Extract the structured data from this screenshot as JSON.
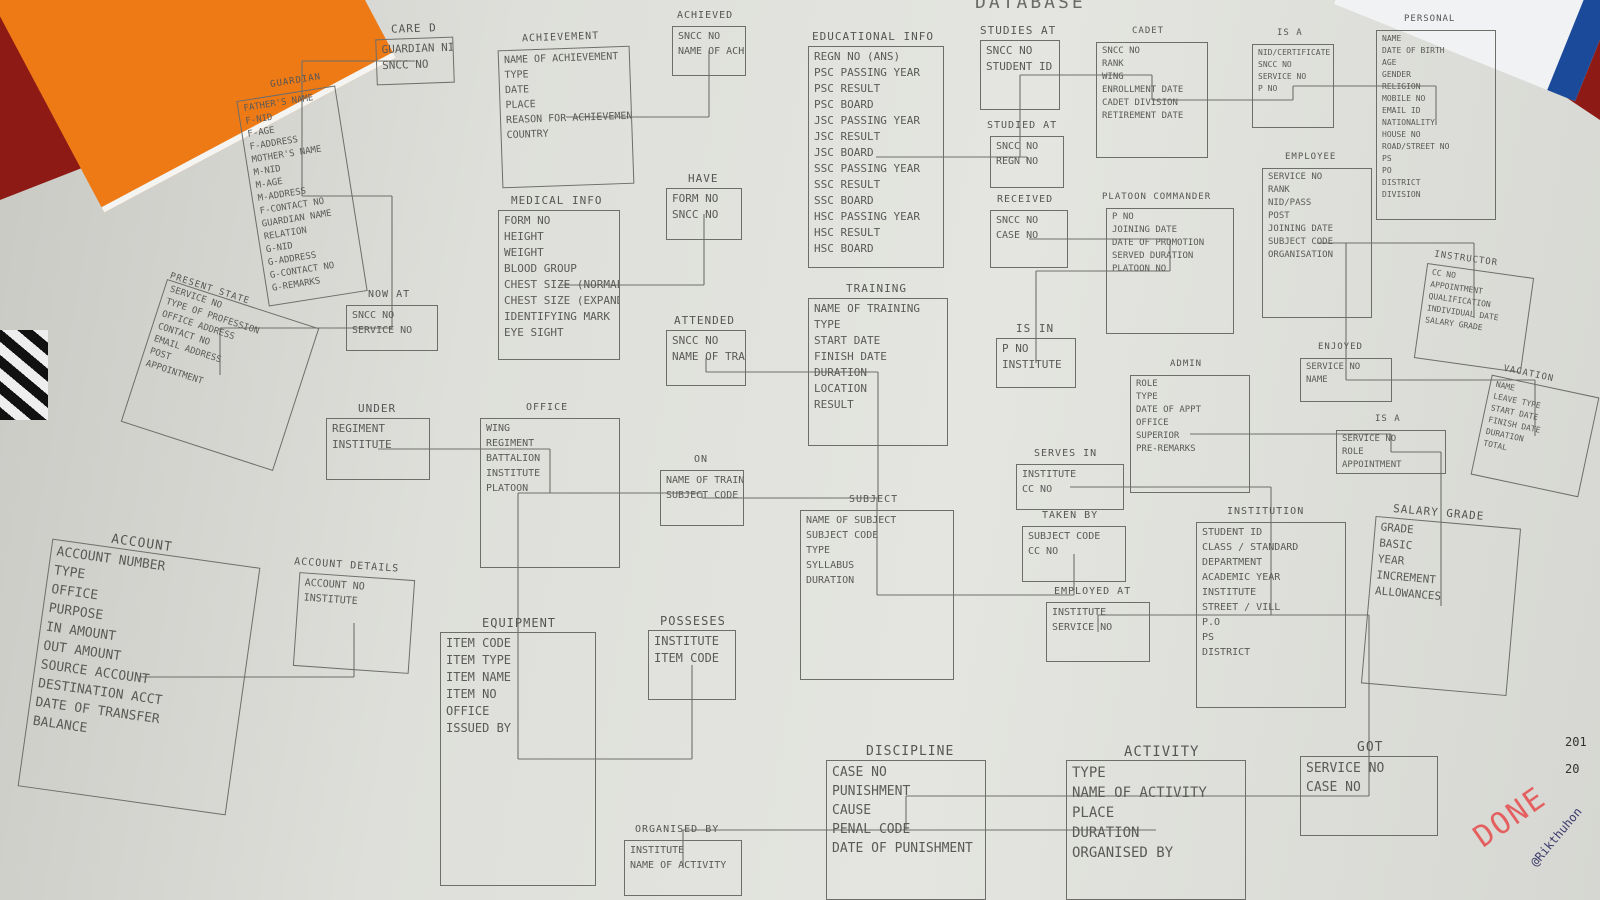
{
  "database_title": "DATABASE",
  "stamp": "DONE",
  "signature": "@Rikthuhon",
  "year_marks": [
    "201",
    "20"
  ],
  "entities": [
    {
      "id": "cared-by",
      "title": "CARE D",
      "fields": [
        "GUARDIAN NID",
        "SNCC NO"
      ]
    },
    {
      "id": "guardian",
      "title": "GUARDIAN",
      "fields": [
        "FATHER'S NAME",
        "F-NID",
        "F-AGE",
        "F-ADDRESS",
        "MOTHER'S NAME",
        "M-NID",
        "M-AGE",
        "M-ADDRESS",
        "F-CONTACT NO",
        "GUARDIAN NAME",
        "RELATION",
        "G-NID",
        "G-ADDRESS",
        "G-CONTACT NO",
        "G-REMARKS"
      ]
    },
    {
      "id": "present-state",
      "title": "PRESENT STATE",
      "fields": [
        "SERVICE NO",
        "TYPE OF PROFESSION",
        "OFFICE ADDRESS",
        "CONTACT NO",
        "EMAIL ADDRESS",
        "POST",
        "APPOINTMENT"
      ]
    },
    {
      "id": "now-at",
      "title": "NOW AT",
      "fields": [
        "SNCC NO",
        "SERVICE NO"
      ]
    },
    {
      "id": "achievement",
      "title": "ACHIEVEMENT",
      "fields": [
        "NAME OF ACHIEVEMENT",
        "TYPE",
        "DATE",
        "PLACE",
        "REASON FOR ACHIEVEMENT",
        "COUNTRY"
      ]
    },
    {
      "id": "achieved",
      "title": "ACHIEVED",
      "fields": [
        "SNCC NO",
        "NAME OF ACHIEVEMENT"
      ]
    },
    {
      "id": "medical-info",
      "title": "MEDICAL INFO",
      "fields": [
        "FORM NO",
        "HEIGHT",
        "WEIGHT",
        "BLOOD GROUP",
        "CHEST SIZE (NORMAL)",
        "CHEST SIZE (EXPANDED)",
        "IDENTIFYING MARK",
        "EYE SIGHT"
      ]
    },
    {
      "id": "have",
      "title": "HAVE",
      "fields": [
        "FORM NO",
        "SNCC NO"
      ]
    },
    {
      "id": "attended",
      "title": "ATTENDED",
      "fields": [
        "SNCC NO",
        "NAME OF TRAINING"
      ]
    },
    {
      "id": "educational-info",
      "title": "EDUCATIONAL INFO",
      "fields": [
        "REGN NO (ANS)",
        "PSC PASSING YEAR",
        "PSC RESULT",
        "PSC BOARD",
        "JSC PASSING YEAR",
        "JSC RESULT",
        "JSC BOARD",
        "SSC PASSING YEAR",
        "SSC RESULT",
        "SSC BOARD",
        "HSC PASSING YEAR",
        "HSC RESULT",
        "HSC BOARD"
      ]
    },
    {
      "id": "studies-at",
      "title": "STUDIES AT",
      "fields": [
        "SNCC NO",
        "STUDENT ID"
      ]
    },
    {
      "id": "studied-at",
      "title": "STUDIED AT",
      "fields": [
        "SNCC NO",
        "REGN NO"
      ]
    },
    {
      "id": "received",
      "title": "RECEIVED",
      "fields": [
        "SNCC NO",
        "CASE NO"
      ]
    },
    {
      "id": "cadet",
      "title": "CADET",
      "fields": [
        "SNCC NO",
        "RANK",
        "WING",
        "ENROLLMENT DATE",
        "CADET DIVISION",
        "RETIREMENT DATE"
      ]
    },
    {
      "id": "is-a-1",
      "title": "IS A",
      "fields": [
        "NID/CERTIFICATE",
        "SNCC NO",
        "SERVICE NO",
        "P NO"
      ]
    },
    {
      "id": "personal",
      "title": "PERSONAL",
      "fields": [
        "NAME",
        "DATE OF BIRTH",
        "AGE",
        "GENDER",
        "RELIGION",
        "MOBILE NO",
        "EMAIL ID",
        "NATIONALITY",
        "HOUSE NO",
        "ROAD/STREET NO",
        "PS",
        "PO",
        "DISTRICT",
        "DIVISION"
      ]
    },
    {
      "id": "platoon-commander",
      "title": "PLATOON COMMANDER",
      "fields": [
        "P NO",
        "JOINING DATE",
        "DATE OF PROMOTION",
        "SERVED DURATION",
        "PLATOON NO"
      ]
    },
    {
      "id": "employee",
      "title": "EMPLOYEE",
      "fields": [
        "SERVICE NO",
        "RANK",
        "NID/PASS",
        "POST",
        "JOINING DATE",
        "SUBJECT CODE",
        "ORGANISATION"
      ]
    },
    {
      "id": "instructor",
      "title": "INSTRUCTOR",
      "fields": [
        "CC NO",
        "APPOINTMENT",
        "QUALIFICATION",
        "INDIVIDUAL DATE",
        "SALARY GRADE"
      ]
    },
    {
      "id": "training",
      "title": "TRAINING",
      "fields": [
        "NAME OF TRAINING",
        "TYPE",
        "START DATE",
        "FINISH DATE",
        "DURATION",
        "LOCATION",
        "RESULT"
      ]
    },
    {
      "id": "is-in",
      "title": "IS IN",
      "fields": [
        "P NO",
        "INSTITUTE"
      ]
    },
    {
      "id": "admin",
      "title": "ADMIN",
      "fields": [
        "ROLE",
        "TYPE",
        "DATE OF APPT",
        "OFFICE",
        "SUPERIOR",
        "PRE-REMARKS"
      ]
    },
    {
      "id": "enjoyed",
      "title": "ENJOYED",
      "fields": [
        "SERVICE NO",
        "NAME"
      ]
    },
    {
      "id": "vacation",
      "title": "VACATION",
      "fields": [
        "NAME",
        "LEAVE TYPE",
        "START DATE",
        "FINISH DATE",
        "DURATION",
        "TOTAL"
      ]
    },
    {
      "id": "is-a-2",
      "title": "IS A",
      "fields": [
        "SERVICE NO",
        "ROLE",
        "APPOINTMENT"
      ]
    },
    {
      "id": "under",
      "title": "UNDER",
      "fields": [
        "REGIMENT",
        "INSTITUTE"
      ]
    },
    {
      "id": "office",
      "title": "OFFICE",
      "fields": [
        "WING",
        "REGIMENT",
        "BATTALION",
        "INSTITUTE",
        "PLATOON"
      ]
    },
    {
      "id": "on",
      "title": "ON",
      "fields": [
        "NAME OF TRAINING",
        "SUBJECT CODE"
      ]
    },
    {
      "id": "serves-in",
      "title": "SERVES IN",
      "fields": [
        "INSTITUTE",
        "CC NO"
      ]
    },
    {
      "id": "subject",
      "title": "SUBJECT",
      "fields": [
        "NAME OF SUBJECT",
        "SUBJECT CODE",
        "TYPE",
        "SYLLABUS",
        "DURATION"
      ]
    },
    {
      "id": "taken-by",
      "title": "TAKEN BY",
      "fields": [
        "SUBJECT CODE",
        "CC NO"
      ]
    },
    {
      "id": "institution",
      "title": "INSTITUTION",
      "fields": [
        "STUDENT ID",
        "CLASS / STANDARD",
        "DEPARTMENT",
        "ACADEMIC YEAR",
        "INSTITUTE",
        "STREET / VILL",
        "P.O",
        "PS",
        "DISTRICT"
      ]
    },
    {
      "id": "salary-grade",
      "title": "SALARY GRADE",
      "fields": [
        "GRADE",
        "BASIC",
        "YEAR",
        "INCREMENT",
        "ALLOWANCES"
      ]
    },
    {
      "id": "account",
      "title": "ACCOUNT",
      "fields": [
        "ACCOUNT NUMBER",
        "TYPE",
        "OFFICE",
        "PURPOSE",
        "IN AMOUNT",
        "OUT AMOUNT",
        "SOURCE ACCOUNT",
        "DESTINATION ACCT",
        "DATE OF TRANSFER",
        "BALANCE"
      ]
    },
    {
      "id": "account-details",
      "title": "ACCOUNT DETAILS",
      "fields": [
        "ACCOUNT NO",
        "INSTITUTE"
      ]
    },
    {
      "id": "equipment",
      "title": "EQUIPMENT",
      "fields": [
        "ITEM CODE",
        "ITEM TYPE",
        "ITEM NAME",
        "ITEM NO",
        "OFFICE",
        "ISSUED BY"
      ]
    },
    {
      "id": "possesses",
      "title": "POSSESES",
      "fields": [
        "INSTITUTE",
        "ITEM CODE"
      ]
    },
    {
      "id": "employed-at",
      "title": "EMPLOYED AT",
      "fields": [
        "INSTITUTE",
        "SERVICE NO"
      ]
    },
    {
      "id": "organised-by",
      "title": "ORGANISED BY",
      "fields": [
        "INSTITUTE",
        "NAME OF ACTIVITY"
      ]
    },
    {
      "id": "discipline",
      "title": "DISCIPLINE",
      "fields": [
        "CASE NO",
        "PUNISHMENT",
        "CAUSE",
        "PENAL CODE",
        "DATE OF PUNISHMENT"
      ]
    },
    {
      "id": "activity",
      "title": "ACTIVITY",
      "fields": [
        "TYPE",
        "NAME OF ACTIVITY",
        "PLACE",
        "DURATION",
        "ORGANISED BY"
      ]
    },
    {
      "id": "got",
      "title": "GOT",
      "fields": [
        "SERVICE NO",
        "CASE NO"
      ]
    }
  ]
}
